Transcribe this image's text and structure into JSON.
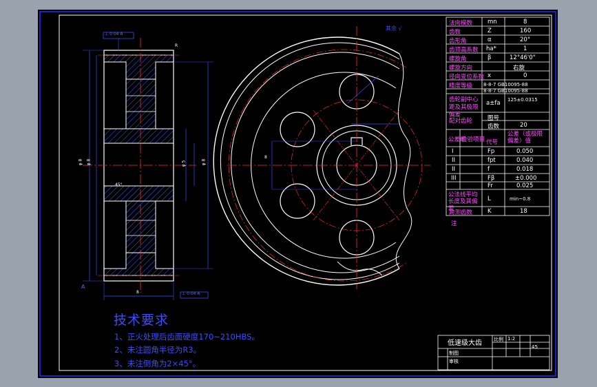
{
  "drawing": {
    "roughness_note": "其余 √",
    "dims": {
      "left_top_tol": "⊥ 0.04 A",
      "bottom_tol": "⊥ 0.04 A",
      "datum_a": "A",
      "dia_outer": "φ 8",
      "dia_root": "φ 8",
      "dia_hub": "φ 5",
      "dia_bore": "φ 8",
      "width": "8",
      "chamfer": "45°",
      "corner_mark": "R",
      "keyway_w": "8"
    }
  },
  "tech_req": {
    "title": "技术要求",
    "lines": [
      "1、正火处理后齿面硬度170~210HBS。",
      "2、未注圆角半径为R3。",
      "3、未注倒角为2×45°。"
    ]
  },
  "params": {
    "rows": [
      {
        "name": "法向模数",
        "sym": "mn",
        "val": "8"
      },
      {
        "name": "齿数",
        "sym": "Z",
        "val": "160"
      },
      {
        "name": "齿形角",
        "sym": "α",
        "val": "20°"
      },
      {
        "name": "齿顶高系数",
        "sym": "ha*",
        "val": "1"
      },
      {
        "name": "螺旋角",
        "sym": "β",
        "val": "12°46'0\""
      },
      {
        "name": "螺旋方向",
        "sym": "",
        "val": "右旋"
      },
      {
        "name": "径向变位系数",
        "sym": "x",
        "val": "0"
      },
      {
        "name": "精度等级",
        "sym": "",
        "val": "8-8-7 GB10095-88"
      },
      {
        "name": "",
        "sym": "",
        "val": "8-8-7 GB10095-88"
      },
      {
        "name": "齿轮副中心距及其极限偏差",
        "sym": "a±fa",
        "val": "125±0.0315"
      }
    ],
    "mate": {
      "name": "配对齿轮",
      "sub1": "图号",
      "sub2": "齿数",
      "val": "20"
    },
    "group_label": "公差组",
    "check_label": "检验项目",
    "code_label": "代号",
    "tol_label": "公差（或极限偏差）值",
    "groups": [
      {
        "grp": "I",
        "sym": "Fp",
        "val": "0.050"
      },
      {
        "grp": "II",
        "sym": "fpt",
        "val": "0.040"
      },
      {
        "grp": "II",
        "sym": "f",
        "val": "0.018"
      },
      {
        "grp": "III",
        "sym": "Fβ",
        "val": "±0.000"
      },
      {
        "grp": "",
        "sym": "Fr",
        "val": "0.025"
      }
    ],
    "extra": [
      {
        "name": "公法线平均长度及其偏差",
        "sym": "L",
        "val": "min~0.8"
      },
      {
        "name": "跨测齿数",
        "sym": "K",
        "val": "18"
      }
    ],
    "footer": "注"
  },
  "title_block": {
    "part_name": "低速级大齿",
    "scale_label": "比例",
    "cells": [
      "制图",
      "审核"
    ],
    "small": [
      "1:2",
      "45"
    ]
  },
  "colors": {
    "drawing_bg": "#000000",
    "border": "#ffffff",
    "frame": "#2a2aff",
    "contour": "#ffffff",
    "center_line": "#ff2a2a",
    "dim": "#3b4cff",
    "hatch": "#4a5cff"
  }
}
